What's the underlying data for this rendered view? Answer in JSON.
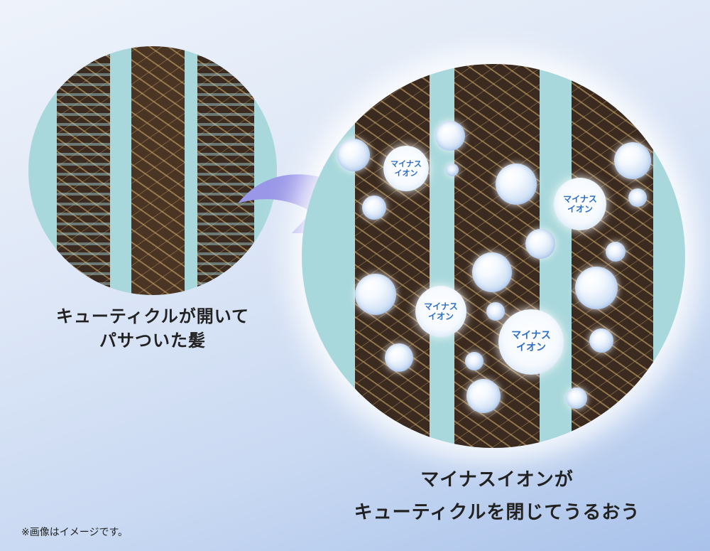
{
  "before": {
    "caption_line1": "キューティクルが開いて",
    "caption_line2": "パサついた髪"
  },
  "after": {
    "caption_line1": "マイナスイオンが",
    "caption_line2": "キューティクルを閉じてうるおう"
  },
  "ion_label_line1": "マイナス",
  "ion_label_line2": "イオン",
  "footnote": "※画像はイメージです。",
  "colors": {
    "hair": "#3a2a1f",
    "background_aqua": "#a9d8dc",
    "arrow": "#9a97e8",
    "ion_text": "#2d6fc4"
  }
}
